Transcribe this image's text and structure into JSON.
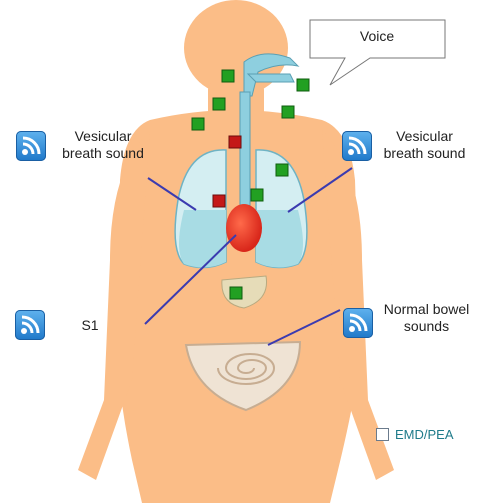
{
  "voice_label": "Voice",
  "sounds": [
    {
      "id": "left-lung",
      "label": "Vesicular\nbreath sound"
    },
    {
      "id": "right-lung",
      "label": "Vesicular\nbreath sound"
    },
    {
      "id": "heart",
      "label": "S1"
    },
    {
      "id": "bowel",
      "label": "Normal bowel\nsounds"
    }
  ],
  "checkbox": {
    "label": "EMD/PEA",
    "checked": false
  },
  "icons": {
    "sound": "rss-speaker-icon"
  },
  "colors": {
    "skin": "#fbbd87",
    "lung": "#a8dce4",
    "heart": "#f04020",
    "marker_green": "#22a022",
    "marker_red": "#c41818",
    "line": "#3b3bb0",
    "checkbox_text": "#1f7b8a"
  }
}
